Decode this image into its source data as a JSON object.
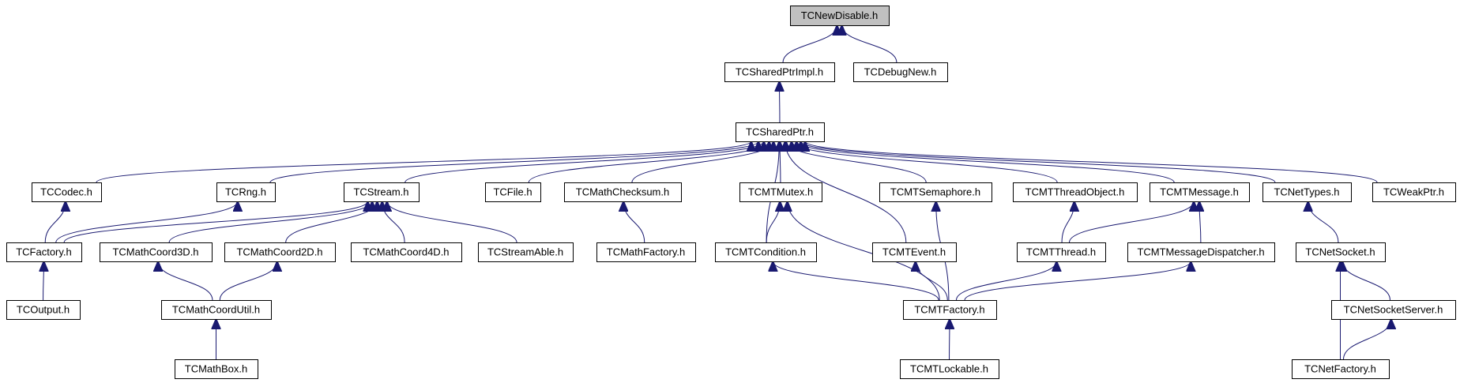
{
  "diagram": {
    "title": "",
    "colors": {
      "edge": "#191970",
      "root_fill": "#c0c0c0",
      "node_fill": "#ffffff",
      "border": "#000000"
    },
    "nodes": [
      {
        "id": "TCNewDisable",
        "label": "TCNewDisable.h"
      },
      {
        "id": "TCSharedPtrImpl",
        "label": "TCSharedPtrImpl.h"
      },
      {
        "id": "TCDebugNew",
        "label": "TCDebugNew.h"
      },
      {
        "id": "TCSharedPtr",
        "label": "TCSharedPtr.h"
      },
      {
        "id": "TCCodec",
        "label": "TCCodec.h"
      },
      {
        "id": "TCRng",
        "label": "TCRng.h"
      },
      {
        "id": "TCStream",
        "label": "TCStream.h"
      },
      {
        "id": "TCFile",
        "label": "TCFile.h"
      },
      {
        "id": "TCMathChecksum",
        "label": "TCMathChecksum.h"
      },
      {
        "id": "TCMTMutex",
        "label": "TCMTMutex.h"
      },
      {
        "id": "TCMTSemaphore",
        "label": "TCMTSemaphore.h"
      },
      {
        "id": "TCMTThreadObject",
        "label": "TCMTThreadObject.h"
      },
      {
        "id": "TCMTMessage",
        "label": "TCMTMessage.h"
      },
      {
        "id": "TCNetTypes",
        "label": "TCNetTypes.h"
      },
      {
        "id": "TCWeakPtr",
        "label": "TCWeakPtr.h"
      },
      {
        "id": "TCFactory",
        "label": "TCFactory.h"
      },
      {
        "id": "TCMathCoord3D",
        "label": "TCMathCoord3D.h"
      },
      {
        "id": "TCMathCoord2D",
        "label": "TCMathCoord2D.h"
      },
      {
        "id": "TCMathCoord4D",
        "label": "TCMathCoord4D.h"
      },
      {
        "id": "TCStreamAble",
        "label": "TCStreamAble.h"
      },
      {
        "id": "TCMathFactory",
        "label": "TCMathFactory.h"
      },
      {
        "id": "TCMTCondition",
        "label": "TCMTCondition.h"
      },
      {
        "id": "TCMTEvent",
        "label": "TCMTEvent.h"
      },
      {
        "id": "TCMTThread",
        "label": "TCMTThread.h"
      },
      {
        "id": "TCMTMessageDispatcher",
        "label": "TCMTMessageDispatcher.h"
      },
      {
        "id": "TCNetSocket",
        "label": "TCNetSocket.h"
      },
      {
        "id": "TCOutput",
        "label": "TCOutput.h"
      },
      {
        "id": "TCMathCoordUtil",
        "label": "TCMathCoordUtil.h"
      },
      {
        "id": "TCMTFactory",
        "label": "TCMTFactory.h"
      },
      {
        "id": "TCNetSocketServer",
        "label": "TCNetSocketServer.h"
      },
      {
        "id": "TCMathBox",
        "label": "TCMathBox.h"
      },
      {
        "id": "TCMTLockable",
        "label": "TCMTLockable.h"
      },
      {
        "id": "TCNetFactory",
        "label": "TCNetFactory.h"
      }
    ],
    "edges": [
      {
        "from": "TCSharedPtrImpl",
        "to": "TCNewDisable"
      },
      {
        "from": "TCDebugNew",
        "to": "TCNewDisable"
      },
      {
        "from": "TCSharedPtr",
        "to": "TCSharedPtrImpl"
      },
      {
        "from": "TCCodec",
        "to": "TCSharedPtr"
      },
      {
        "from": "TCRng",
        "to": "TCSharedPtr"
      },
      {
        "from": "TCStream",
        "to": "TCSharedPtr"
      },
      {
        "from": "TCFile",
        "to": "TCSharedPtr"
      },
      {
        "from": "TCMathChecksum",
        "to": "TCSharedPtr"
      },
      {
        "from": "TCMTCondition",
        "to": "TCSharedPtr"
      },
      {
        "from": "TCMTMutex",
        "to": "TCSharedPtr"
      },
      {
        "from": "TCMTEvent",
        "to": "TCSharedPtr"
      },
      {
        "from": "TCMTSemaphore",
        "to": "TCSharedPtr"
      },
      {
        "from": "TCMTThreadObject",
        "to": "TCSharedPtr"
      },
      {
        "from": "TCMTMessage",
        "to": "TCSharedPtr"
      },
      {
        "from": "TCNetTypes",
        "to": "TCSharedPtr"
      },
      {
        "from": "TCWeakPtr",
        "to": "TCSharedPtr"
      },
      {
        "from": "TCFactory",
        "to": "TCCodec"
      },
      {
        "from": "TCFactory",
        "to": "TCRng"
      },
      {
        "from": "TCFactory",
        "to": "TCStream"
      },
      {
        "from": "TCMathCoord3D",
        "to": "TCStream"
      },
      {
        "from": "TCMathCoord2D",
        "to": "TCStream"
      },
      {
        "from": "TCMathCoord4D",
        "to": "TCStream"
      },
      {
        "from": "TCStreamAble",
        "to": "TCStream"
      },
      {
        "from": "TCMathFactory",
        "to": "TCMathChecksum"
      },
      {
        "from": "TCMTCondition",
        "to": "TCMTMutex"
      },
      {
        "from": "TCMTThread",
        "to": "TCMTThreadObject"
      },
      {
        "from": "TCMTThread",
        "to": "TCMTMessage"
      },
      {
        "from": "TCMTMessageDispatcher",
        "to": "TCMTMessage"
      },
      {
        "from": "TCNetSocket",
        "to": "TCNetTypes"
      },
      {
        "from": "TCOutput",
        "to": "TCFactory"
      },
      {
        "from": "TCMathCoordUtil",
        "to": "TCMathCoord3D"
      },
      {
        "from": "TCMathCoordUtil",
        "to": "TCMathCoord2D"
      },
      {
        "from": "TCMathBox",
        "to": "TCMathCoordUtil"
      },
      {
        "from": "TCMTFactory",
        "to": "TCMTCondition"
      },
      {
        "from": "TCMTFactory",
        "to": "TCMTMutex"
      },
      {
        "from": "TCMTFactory",
        "to": "TCMTEvent"
      },
      {
        "from": "TCMTFactory",
        "to": "TCMTSemaphore"
      },
      {
        "from": "TCMTFactory",
        "to": "TCMTThread"
      },
      {
        "from": "TCMTFactory",
        "to": "TCMTMessageDispatcher"
      },
      {
        "from": "TCMTLockable",
        "to": "TCMTFactory"
      },
      {
        "from": "TCNetSocketServer",
        "to": "TCNetSocket"
      },
      {
        "from": "TCNetFactory",
        "to": "TCNetSocket"
      },
      {
        "from": "TCNetFactory",
        "to": "TCNetSocketServer"
      }
    ]
  }
}
